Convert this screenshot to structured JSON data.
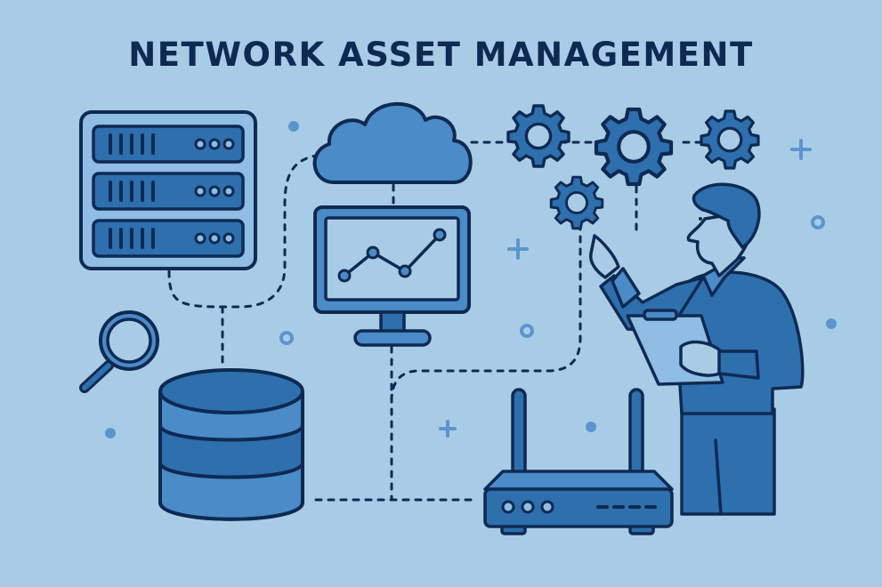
{
  "title": "NETWORK ASSET MANAGEMENT",
  "colors": {
    "background": "#a9cce6",
    "outline": "#0f2a52",
    "fill_dark": "#2e6fae",
    "fill_mid": "#4a8bc8",
    "fill_light": "#8fbde3",
    "accent_dots": "#5b95cf"
  },
  "illustration": {
    "elements": [
      {
        "name": "server-rack",
        "units": 3
      },
      {
        "name": "cloud"
      },
      {
        "name": "monitor-with-line-chart",
        "chart_points": 4
      },
      {
        "name": "gears",
        "count": 4
      },
      {
        "name": "magnifying-glass"
      },
      {
        "name": "database-cylinder",
        "layers": 3
      },
      {
        "name": "wifi-router",
        "antennas": 2,
        "indicator_lights": 3
      },
      {
        "name": "person-with-clipboard",
        "action": "pointing at gear"
      }
    ]
  }
}
